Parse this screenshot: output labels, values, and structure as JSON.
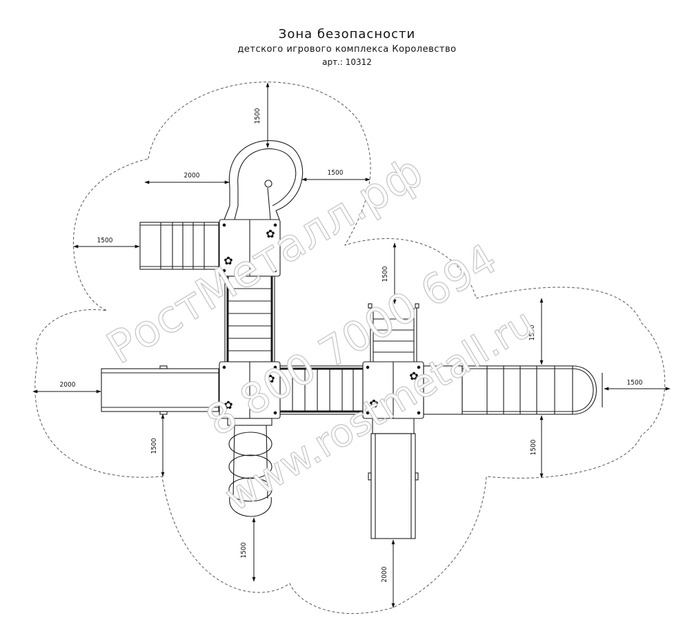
{
  "title": {
    "line1": "Зона безопасности",
    "line2": "детского игрового комплекса Королевство",
    "line3": "арт.: 10312"
  },
  "dimensions": {
    "top_vertical": "1500",
    "top_left": "2000",
    "top_right": "1500",
    "upper_left": "1500",
    "center_vertical": "1500",
    "right_upper": "1500",
    "right_end": "1500",
    "left_end": "2000",
    "lower_left": "1500",
    "right_lower": "1500",
    "bottom_ladder": "1500",
    "bottom_slide": "2000"
  },
  "watermark": {
    "name": "РостМеталл.рф",
    "phone": "8 800 7000 694",
    "site": "www.rostmetall.ru"
  },
  "colors": {
    "line": "#1a1a1a",
    "zone": "#555555",
    "watermark_stroke": "#c7c7c7"
  }
}
